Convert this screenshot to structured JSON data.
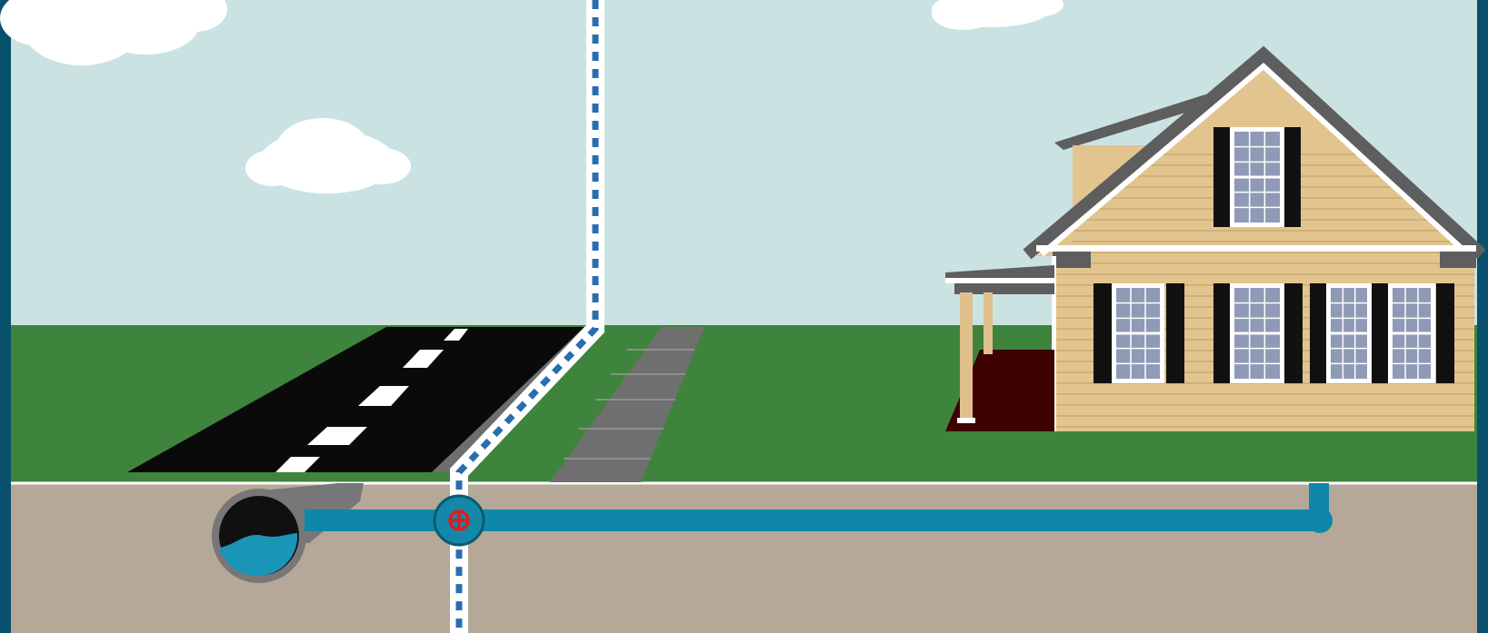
{
  "diagram": {
    "parts": [
      "clouds",
      "road",
      "property-line",
      "sidewalk",
      "house",
      "porch",
      "sewer-main",
      "service-lateral",
      "cleanout"
    ]
  },
  "colors": {
    "frame": "#08506b",
    "sky": "#cbe2e2",
    "cloud": "#ffffff",
    "grass": "#3f843c",
    "soil": "#b5a898",
    "road": "#0a0a0a",
    "road_curb": "#6e6e6e",
    "road_stripe": "#ffffff",
    "sidewalk": "#6f6f6f",
    "sidewalk_joint": "#9a9a9a",
    "property_line_dash": "#2a6db0",
    "property_line_band": "#ffffff",
    "siding": "#e2c48e",
    "siding_line": "#c5a46c",
    "roof": "#5e5e5e",
    "trim": "#ffffff",
    "window_glass": "#8f9ab6",
    "shutter": "#111111",
    "porch_floor": "#3d0303",
    "porch_column": "#e0c08a",
    "pipe": "#0f87a8",
    "sewer_main_shell": "#777777",
    "sewer_interior": "#101010",
    "sewer_water": "#1a95b8",
    "cleanout_body": "#1588aa",
    "cleanout_symbol": "#e01b1b"
  }
}
